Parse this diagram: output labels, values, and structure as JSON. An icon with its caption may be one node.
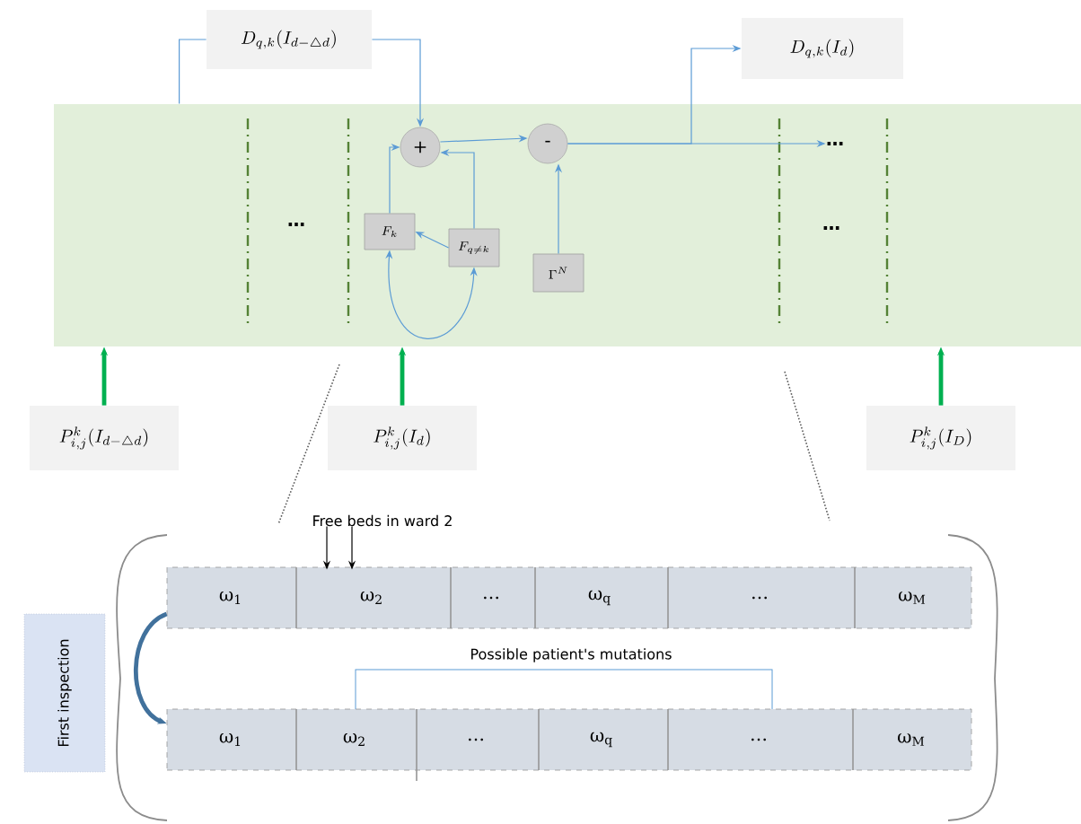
{
  "diagram": {
    "nodes": [
      {
        "text": [
          "D_{q,k}(I_{d-\\triangle d})"
        ]
      },
      {
        "text": [
          "D_{q,k}(I_d)"
        ]
      },
      {
        "text": [],
        "shape": "box"
      },
      {
        "text": [
          "+"
        ],
        "in": 2
      },
      {
        "text": [
          "-"
        ],
        "in": 2
      },
      {
        "text": [
          "F_k"
        ],
        "in": 2
      },
      {
        "text": [
          "F_{q\\neq k}"
        ],
        "in": 2
      },
      {
        "text": [
          "\\Gamma^N"
        ],
        "in": 2
      },
      {
        "text": [
          "…"
        ],
        "in": 2
      },
      {
        "text": [
          "P_{i,j}^{k}(I_{d-\\triangle d})"
        ]
      },
      {
        "text": [
          "P_{i,j}^{k}(I_d)"
        ]
      },
      {
        "text": [
          "P_{i,j}^{k}(I_D)"
        ]
      },
      {
        "text": [
          "First inspection"
        ]
      },
      {
        "text": [
          "Free beds in ward 2"
        ]
      },
      {
        "text": [],
        "shape": "box"
      },
      {
        "text": [
          "ω$_{1}$"
        ],
        "in": 14
      },
      {
        "text": [
          "ω$_{2}$"
        ],
        "in": 14
      },
      {
        "text": [
          "…"
        ],
        "in": 14
      },
      {
        "text": [
          "ω$_{q}$"
        ],
        "in": 14
      },
      {
        "text": [
          "…"
        ],
        "in": 14
      },
      {
        "text": [
          "ω$_{M}$"
        ],
        "in": 14
      },
      {
        "text": [],
        "shape": "box"
      },
      {
        "text": [
          "ω$_{1}$"
        ],
        "in": 21
      },
      {
        "text": [
          "ω$_{2}$"
        ],
        "in": 21
      },
      {
        "text": [
          "…"
        ],
        "in": 21
      },
      {
        "text": [
          "ω$_{q}$"
        ],
        "in": 21
      },
      {
        "text": [
          "…"
        ],
        "in": 21
      },
      {
        "text": [
          "ω$_{M}$"
        ],
        "in": 21
      }
    ],
    "edges": [
      {
        "from": 0,
        "to": 3,
        "arrow": "to"
      },
      {
        "from": 0,
        "to": 2,
        "arrow": "none"
      },
      {
        "from": 3,
        "to": 4,
        "arrow": "to"
      },
      {
        "from": 4,
        "to": 8,
        "arrow": "to"
      },
      {
        "from": 4,
        "to": 1,
        "arrow": "to"
      },
      {
        "from": 5,
        "to": 3,
        "arrow": "to"
      },
      {
        "from": 6,
        "to": 3,
        "arrow": "to"
      },
      {
        "from": 6,
        "to": 5,
        "arrow": "to"
      },
      {
        "from": 5,
        "to": 6,
        "arrow": "both"
      },
      {
        "from": 7,
        "to": 4,
        "arrow": "to"
      },
      {
        "from": 9,
        "to": 2,
        "arrow": "to",
        "style": "thick",
        "color": "#00b050"
      },
      {
        "from": 10,
        "to": 2,
        "arrow": "to",
        "style": "thick",
        "color": "#00b050"
      },
      {
        "from": 11,
        "to": 2,
        "arrow": "to",
        "style": "thick",
        "color": "#00b050"
      },
      {
        "from": 13,
        "to": 16,
        "arrow": "to",
        "color": "#000000"
      },
      {
        "from": 13,
        "to": 16,
        "arrow": "to",
        "color": "#000000"
      },
      {
        "from": 14,
        "to": 21,
        "arrow": "to",
        "style": "thick",
        "color": "#41719c"
      }
    ],
    "labels": [
      "…",
      "…",
      "Possible patient's mutations"
    ]
  }
}
